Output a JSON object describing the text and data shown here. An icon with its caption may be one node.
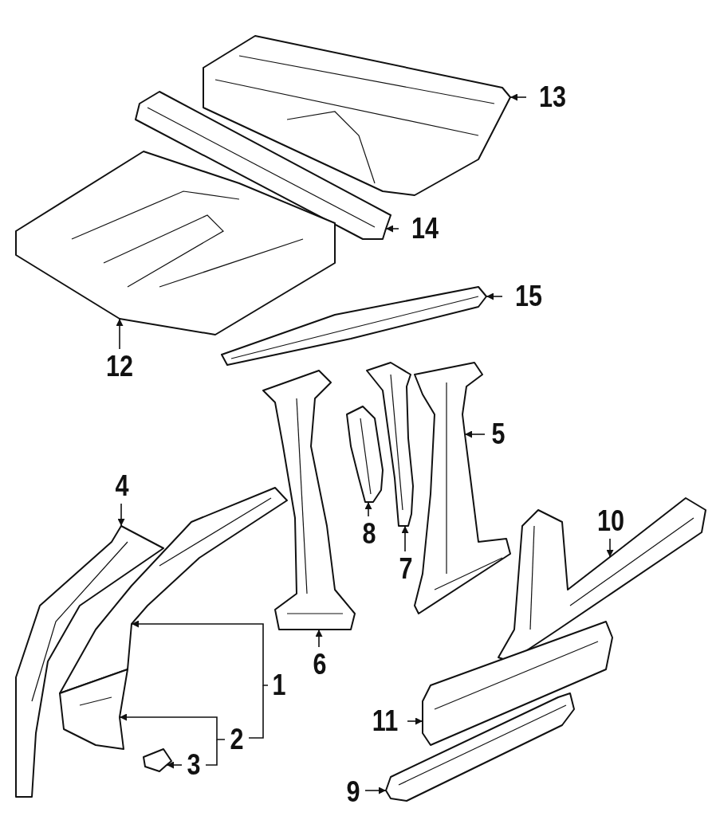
{
  "diagram": {
    "nodes": [
      {
        "text": [],
        "shape": "picture"
      },
      {
        "text": [
          "13"
        ]
      },
      {
        "text": [],
        "shape": "picture"
      },
      {
        "text": [
          "14"
        ]
      },
      {
        "text": [],
        "shape": "picture"
      },
      {
        "text": [
          "12"
        ]
      },
      {
        "text": [],
        "shape": "picture"
      },
      {
        "text": [
          "15"
        ]
      },
      {
        "text": [],
        "shape": "picture"
      },
      {
        "text": [
          "6"
        ]
      },
      {
        "text": [],
        "shape": "picture"
      },
      {
        "text": [
          "8"
        ]
      },
      {
        "text": [],
        "shape": "picture"
      },
      {
        "text": [
          "7"
        ]
      },
      {
        "text": [],
        "shape": "picture"
      },
      {
        "text": [
          "5"
        ]
      },
      {
        "text": [],
        "shape": "picture"
      },
      {
        "text": [
          "4"
        ]
      },
      {
        "text": [],
        "shape": "picture"
      },
      {
        "text": [
          "1"
        ]
      },
      {
        "text": [],
        "shape": "picture"
      },
      {
        "text": [
          "2"
        ]
      },
      {
        "text": [],
        "shape": "picture"
      },
      {
        "text": [
          "3"
        ]
      },
      {
        "text": [],
        "shape": "picture"
      },
      {
        "text": [
          "10"
        ]
      },
      {
        "text": [],
        "shape": "picture"
      },
      {
        "text": [
          "11"
        ]
      },
      {
        "text": [],
        "shape": "picture"
      },
      {
        "text": [
          "9"
        ]
      }
    ],
    "edges": [
      {
        "from": 1,
        "to": 0,
        "arrow": "to"
      },
      {
        "from": 3,
        "to": 2,
        "arrow": "to"
      },
      {
        "from": 5,
        "to": 4,
        "arrow": "to"
      },
      {
        "from": 7,
        "to": 6,
        "arrow": "to"
      },
      {
        "from": 9,
        "to": 8,
        "arrow": "to"
      },
      {
        "from": 11,
        "to": 10,
        "arrow": "to"
      },
      {
        "from": 13,
        "to": 12,
        "arrow": "to"
      },
      {
        "from": 15,
        "to": 14,
        "arrow": "to"
      },
      {
        "from": 17,
        "to": 16,
        "arrow": "to"
      },
      {
        "from": 19,
        "to": 18,
        "arrow": "to"
      },
      {
        "from": 21,
        "to": 20,
        "arrow": "to"
      },
      {
        "from": 23,
        "to": 22,
        "arrow": "to"
      },
      {
        "from": 25,
        "to": 24,
        "arrow": "to"
      },
      {
        "from": 27,
        "to": 26,
        "arrow": "to"
      },
      {
        "from": 29,
        "to": 28,
        "arrow": "to"
      }
    ]
  }
}
